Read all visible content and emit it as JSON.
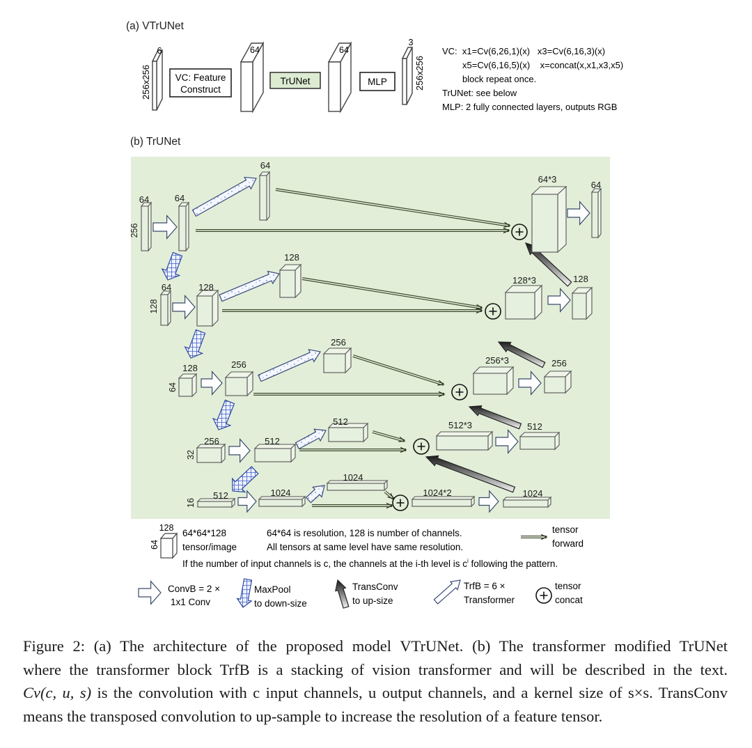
{
  "panel_a": {
    "title": "(a) VTrUNet",
    "input": {
      "channels": "6",
      "size": "256x256"
    },
    "vc_block": {
      "line1": "VC: Feature",
      "line2": "Construct"
    },
    "vc_out": {
      "channels": "64"
    },
    "trunet_block": "TrUNet",
    "trunet_out": {
      "channels": "64"
    },
    "mlp_block": "MLP",
    "output": {
      "channels": "3",
      "size": "256x256"
    },
    "notes": [
      "VC:  x1=Cv(6,26,1)(x)   x3=Cv(6,16,3)(x)",
      "x5=Cv(6,16,5)(x)    x=concat(x,x1,x3,x5)",
      "block repeat once.",
      "TrUNet: see below",
      "MLP: 2 fully connected layers, outputs RGB"
    ]
  },
  "panel_b": {
    "title": "(b) TrUNet",
    "background": "#e2eed8",
    "levels": [
      {
        "res": "256",
        "in": "64",
        "enc": "64",
        "trf": "64",
        "concat": "64*3",
        "dec": "64"
      },
      {
        "res": "128",
        "in": "64",
        "enc": "128",
        "trf": "128",
        "concat": "128*3",
        "dec": "128"
      },
      {
        "res": "64",
        "in": "128",
        "enc": "256",
        "trf": "256",
        "concat": "256*3",
        "dec": "256"
      },
      {
        "res": "32",
        "in": "256",
        "enc": "512",
        "trf": "512",
        "concat": "512*3",
        "dec": "512"
      },
      {
        "res": "16",
        "in": "512",
        "enc": "1024",
        "trf": "1024",
        "concat": "1024*2",
        "dec": "1024"
      }
    ]
  },
  "legend": {
    "tensor_example": {
      "channels": "128",
      "res": "64",
      "line1": "64*64*128",
      "line2": "tensor/image"
    },
    "explain1": "64*64 is resolution, 128 is number of channels.",
    "explain2": "All tensors at same level have same resolution.",
    "pattern_pre": "If the number of input channels is c, the channels at the i-th level is c",
    "pattern_sup": "i",
    "pattern_post": " following the pattern.",
    "forward": {
      "line1": "tensor",
      "line2": "forward"
    },
    "convb": {
      "line1": "ConvB = 2 ×",
      "line2": "1x1 Conv"
    },
    "maxpool": {
      "line1": "MaxPool",
      "line2": "to down-size"
    },
    "transconv": {
      "line1": "TransConv",
      "line2": "to up-size"
    },
    "trfb": {
      "line1": "TrfB = 6 ×",
      "line2": "Transformer"
    },
    "concat": {
      "line1": "tensor",
      "line2": "concat"
    }
  },
  "caption": {
    "line1": "Figure 2:   (a) The architecture of the proposed model VTrUNet.  (b) The transformer modified TrUNet",
    "line2": "where the transformer block TrfB is a stacking of vision transformer and will be described in the text.",
    "line3_math": "Cv(c, u, s)",
    "line3_rest": " is the convolution with c input channels, u output channels, and a kernel size of s×s. TransConv",
    "line4": "means the transposed convolution to up-sample to increase the resolution of a feature tensor."
  }
}
